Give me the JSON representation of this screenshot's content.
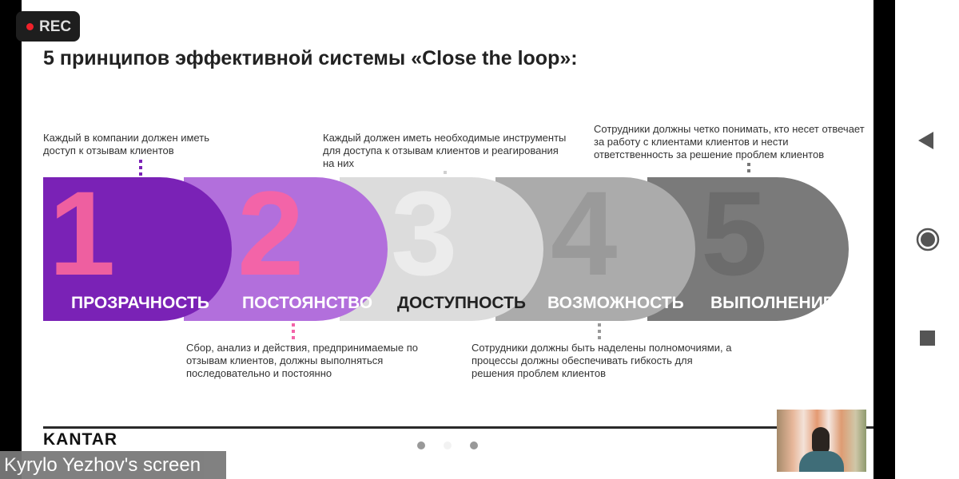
{
  "recording": {
    "label": "REC",
    "color": "#f0212a"
  },
  "slide": {
    "title": "5 принципов эффективной системы «Close the loop»:",
    "principles": [
      {
        "number": "1",
        "label": "ПРОЗРАЧНОСТЬ",
        "description": "Каждый в компании должен иметь доступ к отзывам клиентов",
        "bg": "#7a22b6",
        "num_color": "#ee5fa0",
        "text_color": "#ffffff"
      },
      {
        "number": "2",
        "label": "ПОСТОЯНСТВО",
        "description": "Сбор, анализ и действия, предпринимаемые по отзывам клиентов, должны выполняться последовательно и постоянно",
        "bg": "#b26fdc",
        "num_color": "#f364a8",
        "text_color": "#ffffff"
      },
      {
        "number": "3",
        "label": "ДОСТУПНОСТЬ",
        "description": "Каждый должен иметь необходимые инструменты для доступа к отзывам клиентов и реагирования на них",
        "bg": "#dcdcdc",
        "num_color": "#ececec",
        "text_color": "#222222"
      },
      {
        "number": "4",
        "label": "ВОЗМОЖНОСТЬ",
        "description": "Сотрудники должны быть наделены полномочиями, а процессы должны обеспечивать гибкость для решения проблем клиентов",
        "bg": "#ababab",
        "num_color": "#9a9a9a",
        "text_color": "#ffffff"
      },
      {
        "number": "5",
        "label": "ВЫПОЛНЕНИЕ",
        "description": "Сотрудники должны четко понимать, кто несет отвечает за  работу с клиентами клиентов и нести ответственность за решение проблем клиентов",
        "bg": "#7a7a7a",
        "num_color": "#6c6c6c",
        "text_color": "#ffffff"
      }
    ],
    "brand": "KANTAR",
    "pagination": {
      "count": 3
    }
  },
  "presenter": {
    "screen_label": "Kyrylo Yezhov's screen"
  },
  "android_nav": {
    "back": "back-icon",
    "home": "home-icon",
    "recents": "recents-icon"
  }
}
